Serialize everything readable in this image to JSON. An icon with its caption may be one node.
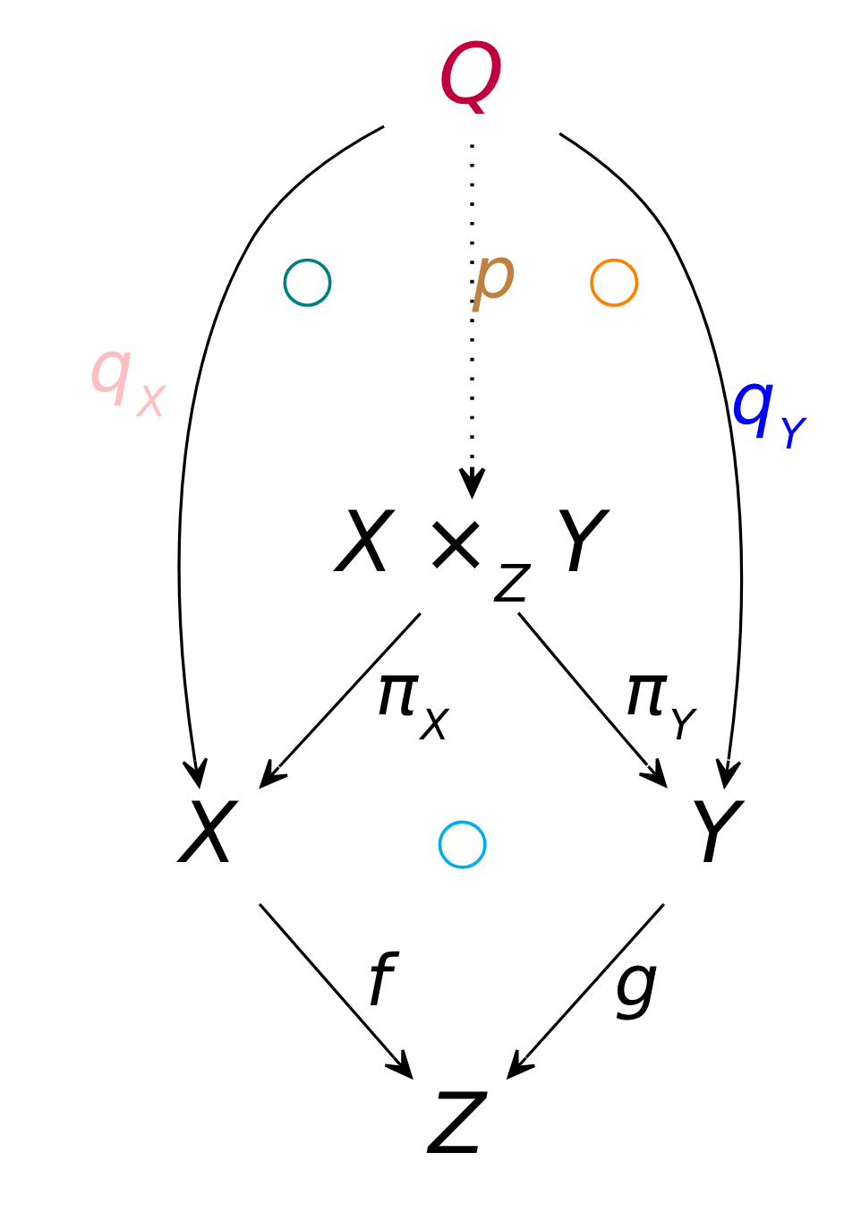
{
  "diagram": {
    "nodes": [
      {
        "text": [
          "Q"
        ]
      },
      {
        "text": [],
        "shape": "circle"
      },
      {
        "text": [],
        "shape": "circle"
      },
      {
        "text": [
          "X ×$_{Z}$ Y"
        ]
      },
      {
        "text": [
          "X"
        ]
      },
      {
        "text": [],
        "shape": "circle"
      },
      {
        "text": [
          "Y"
        ]
      },
      {
        "text": [
          "Z"
        ]
      }
    ],
    "edges": [
      {
        "from": 0,
        "to": 4,
        "arrow": "to",
        "label": "q$_{X}$"
      },
      {
        "from": 0,
        "to": 3,
        "arrow": "to",
        "label": "p",
        "style": "dashed"
      },
      {
        "from": 0,
        "to": 6,
        "arrow": "to",
        "label": "q$_{Y}$"
      },
      {
        "from": 3,
        "to": 4,
        "arrow": "to",
        "label": "π$_{X}$"
      },
      {
        "from": 3,
        "to": 6,
        "arrow": "to",
        "label": "π$_{Y}$"
      },
      {
        "from": 4,
        "to": 7,
        "arrow": "to",
        "label": "f"
      },
      {
        "from": 6,
        "to": 7,
        "arrow": "to",
        "label": "g"
      }
    ]
  }
}
